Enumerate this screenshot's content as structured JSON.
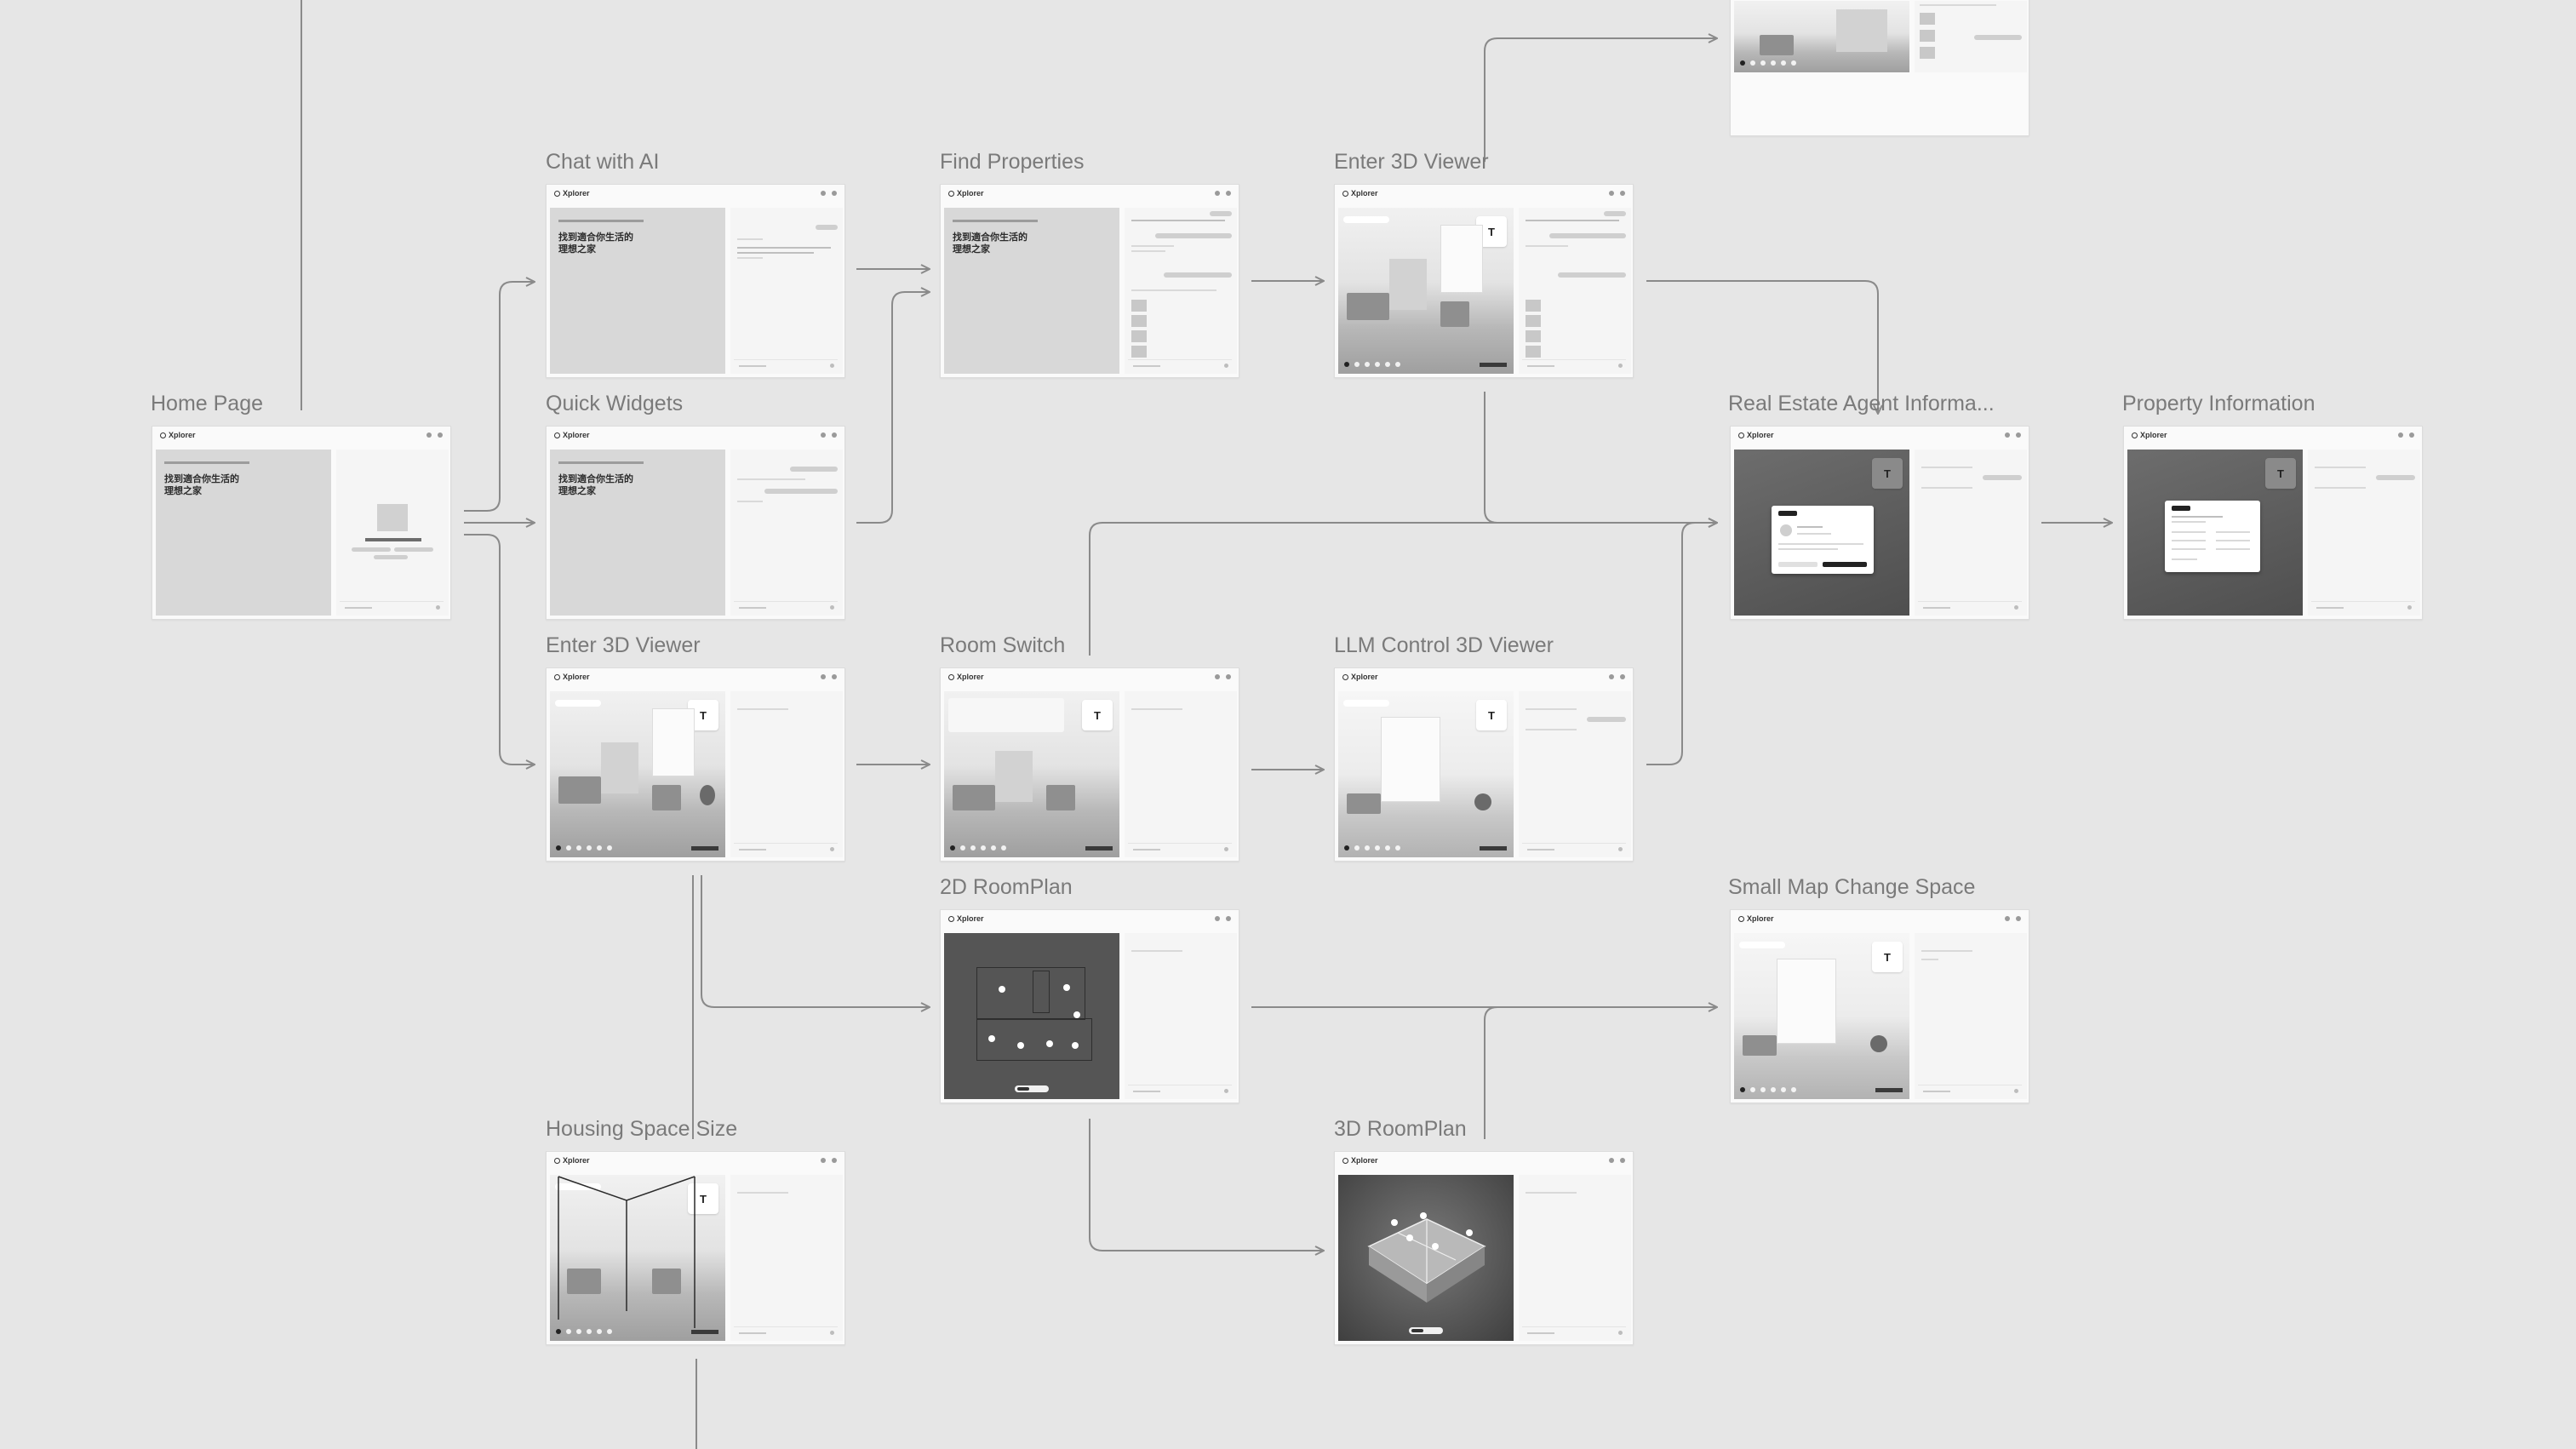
{
  "colors": {
    "canvas": "#e6e6e6",
    "connector": "#8a8a8a",
    "frame_bg": "#fafafa",
    "frame_title": "#7a7a7a"
  },
  "frames": [
    {
      "id": "home",
      "title": "Home Page",
      "logo": "Xplorer",
      "hero_line1": "找到適合你生活的",
      "hero_line2": "理想之家"
    },
    {
      "id": "chat",
      "title": "Chat with AI",
      "logo": "Xplorer",
      "hero_line1": "找到適合你生活的",
      "hero_line2": "理想之家"
    },
    {
      "id": "widgets",
      "title": "Quick Widgets",
      "logo": "Xplorer",
      "hero_line1": "找到適合你生活的",
      "hero_line2": "理想之家"
    },
    {
      "id": "viewer3d_a",
      "title": "Enter 3D Viewer",
      "logo": "Xplorer",
      "filter_glyph": "T"
    },
    {
      "id": "find",
      "title": "Find Properties",
      "logo": "Xplorer",
      "hero_line1": "找到適合你生活的",
      "hero_line2": "理想之家"
    },
    {
      "id": "roomswitch",
      "title": "Room Switch",
      "logo": "Xplorer",
      "filter_glyph": "T"
    },
    {
      "id": "roomplan2d",
      "title": "2D RoomPlan",
      "logo": "Xplorer"
    },
    {
      "id": "spacesize",
      "title": "Housing Space Size",
      "logo": "Xplorer",
      "filter_glyph": "T"
    },
    {
      "id": "viewer3d_b",
      "title": "Enter 3D Viewer",
      "logo": "Xplorer",
      "filter_glyph": "T"
    },
    {
      "id": "llm",
      "title": "LLM Control 3D Viewer",
      "logo": "Xplorer",
      "filter_glyph": "T"
    },
    {
      "id": "roomplan3d",
      "title": "3D RoomPlan",
      "logo": "Xplorer"
    },
    {
      "id": "agent",
      "title": "Real Estate Agent Informa...",
      "logo": "Xplorer",
      "filter_glyph": "T"
    },
    {
      "id": "smallmap",
      "title": "Small Map Change Space",
      "logo": "Xplorer",
      "filter_glyph": "T"
    },
    {
      "id": "property",
      "title": "Property Information",
      "logo": "Xplorer",
      "filter_glyph": "T"
    },
    {
      "id": "top_partial",
      "title": "",
      "logo": ""
    }
  ]
}
